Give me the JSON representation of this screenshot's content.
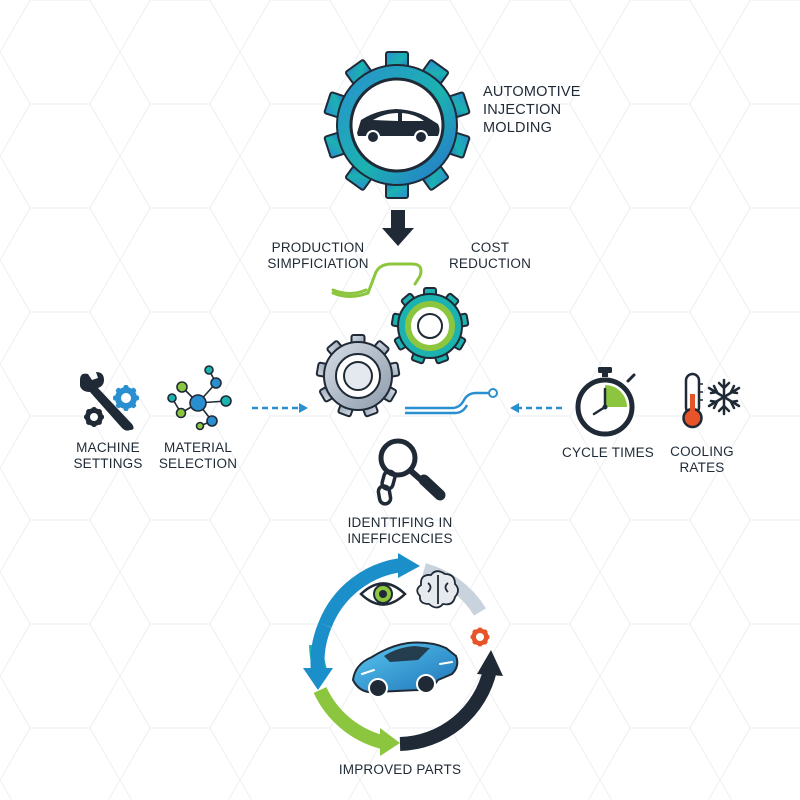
{
  "top": {
    "title_lines": [
      "AUTOMOTIVE",
      "INJECTION",
      "MOLDING"
    ]
  },
  "branches": {
    "production": [
      "PRODUCTION",
      "SIMPFICIATION"
    ],
    "cost": [
      "COST",
      "REDUCTION"
    ]
  },
  "left_inputs": {
    "machine": [
      "MACHINE",
      "SETTINGS"
    ],
    "material": [
      "MATERIAL",
      "SELECTION"
    ]
  },
  "right_inputs": {
    "cycle": "CYCLE TIMES",
    "cooling": [
      "COOLING",
      "RATES"
    ]
  },
  "analysis": [
    "IDENTTIFING IN",
    "INEFFICENCIES"
  ],
  "cycle_loop": {
    "outcome": "IMPROVED PARTS"
  },
  "colors": {
    "blue": "#2a8fd0",
    "teal": "#1bb2b0",
    "green": "#8cc63f",
    "navy": "#1f2a36",
    "orange": "#e8542a"
  },
  "icons": [
    "gear-car-icon",
    "down-arrow-icon",
    "gear-cluster-icon",
    "wrench-gear-icon",
    "network-icon",
    "stopwatch-icon",
    "thermometer-icon",
    "snowflake-icon",
    "magnifier-chain-icon",
    "eye-icon",
    "brain-icon",
    "small-gear-icon",
    "sports-car-icon"
  ]
}
